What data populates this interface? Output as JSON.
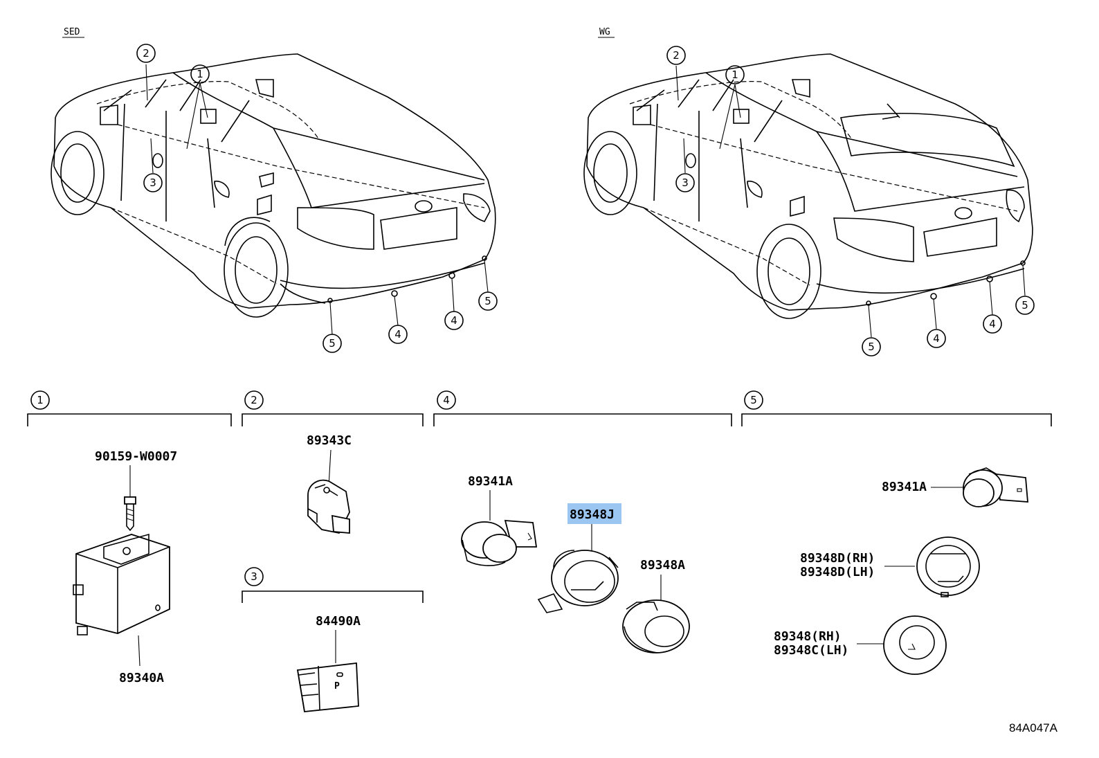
{
  "variants": {
    "sedan": "SED",
    "wagon": "WG"
  },
  "callouts": [
    "1",
    "2",
    "3",
    "4",
    "5"
  ],
  "groups": {
    "g1": {
      "number": "1",
      "parts": {
        "bolt": "90159-W0007",
        "ecu": "89340A"
      }
    },
    "g2": {
      "number": "2",
      "parts": {
        "sensor": "89343C"
      }
    },
    "g3": {
      "number": "3",
      "parts": {
        "switch": "84490A",
        "switch_text": "P"
      }
    },
    "g4": {
      "number": "4",
      "parts": {
        "sensor": "89341A",
        "retainer": "89348J",
        "bezel": "89348A"
      }
    },
    "g5": {
      "number": "5",
      "parts": {
        "sensor": "89341A",
        "retainer_rh": "89348D(RH)",
        "retainer_lh": "89348D(LH)",
        "bezel_rh": "89348(RH)",
        "bezel_lh": "89348C(LH)"
      }
    }
  },
  "highlighted_part": "89348J",
  "diagram_code": "84A047A",
  "colors": {
    "line": "#000000",
    "highlight": "#9cc6f2",
    "background": "#ffffff"
  }
}
